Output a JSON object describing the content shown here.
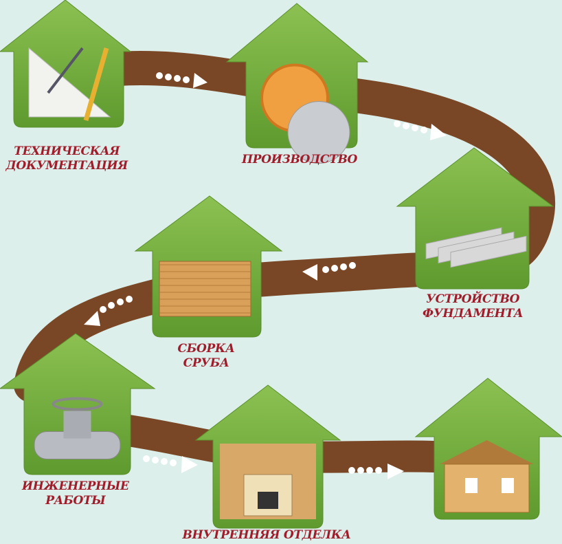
{
  "steps": [
    {
      "label_lines": [
        "ТЕХНИЧЕСКАЯ",
        "ДОКУМЕНТАЦИЯ"
      ],
      "icon": "drafting-tools-icon"
    },
    {
      "label_lines": [
        "ПРОИЗВОДСТВО"
      ],
      "icon": "saw-log-icon"
    },
    {
      "label_lines": [
        "УСТРОЙСТВО",
        "ФУНДАМЕНТА"
      ],
      "icon": "foundation-blocks-icon"
    },
    {
      "label_lines": [
        "СБОРКА",
        "СРУБА"
      ],
      "icon": "log-frame-icon"
    },
    {
      "label_lines": [
        "ИНЖЕНЕРНЫЕ",
        "РАБОТЫ"
      ],
      "icon": "pipe-valve-icon"
    },
    {
      "label_lines": [
        "ВНУТРЕННЯЯ ОТДЕЛКА"
      ],
      "icon": "fireplace-interior-icon"
    },
    {
      "label_lines": [],
      "icon": "finished-house-icon"
    }
  ],
  "colors": {
    "background": "#dcefeb",
    "road": "#7a4726",
    "house_green": "#6fa83c",
    "label": "#a01c2a"
  }
}
